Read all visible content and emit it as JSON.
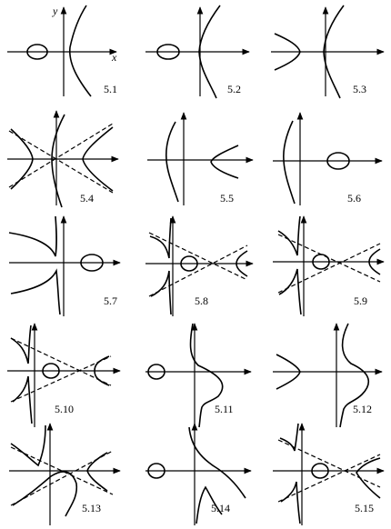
{
  "axis_labels": {
    "x": "x",
    "y": "y"
  },
  "panels": [
    {
      "label": "5.1"
    },
    {
      "label": "5.2"
    },
    {
      "label": "5.3"
    },
    {
      "label": "5.4"
    },
    {
      "label": "5.5"
    },
    {
      "label": "5.6"
    },
    {
      "label": "5.7"
    },
    {
      "label": "5.8"
    },
    {
      "label": "5.9"
    },
    {
      "label": "5.10"
    },
    {
      "label": "5.11"
    },
    {
      "label": "5.12"
    },
    {
      "label": "5.13"
    },
    {
      "label": "5.14"
    },
    {
      "label": "5.15"
    }
  ]
}
